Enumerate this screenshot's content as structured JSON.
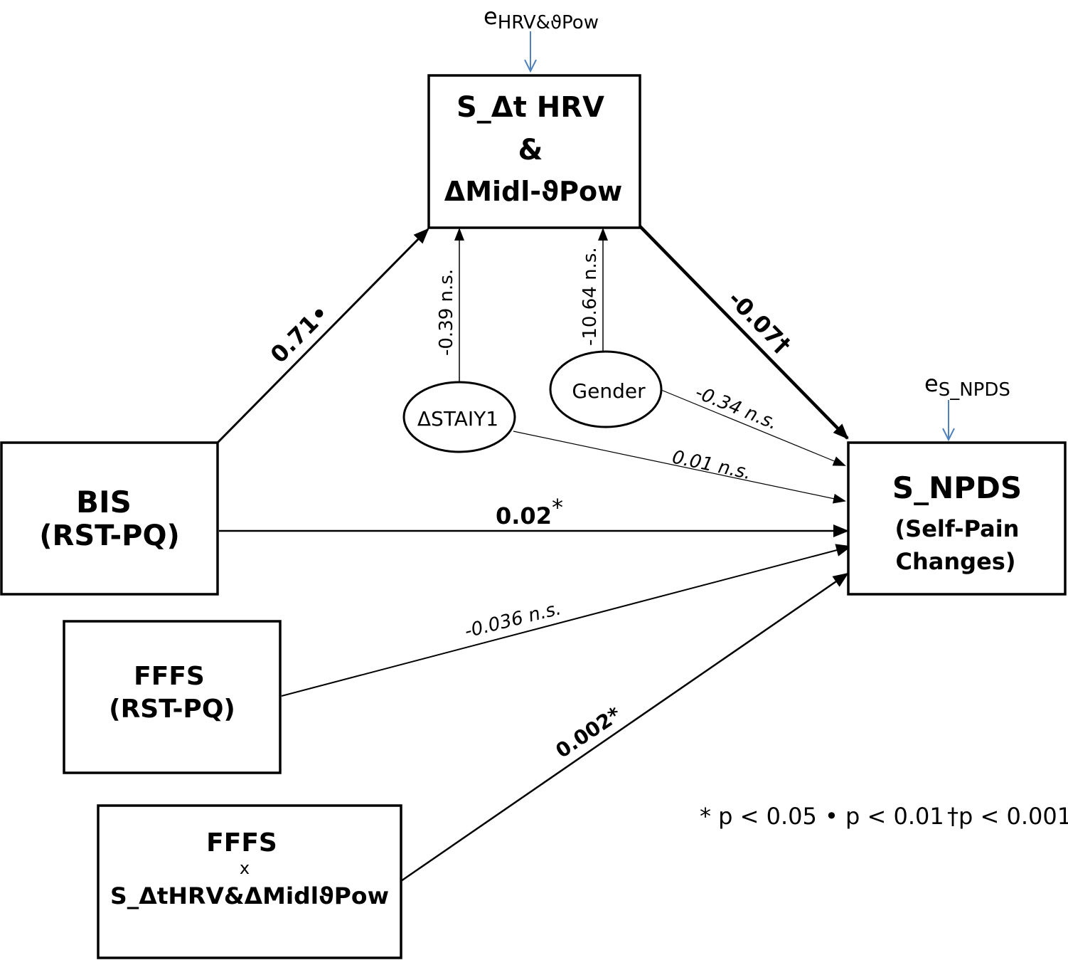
{
  "nodes": {
    "mediator": {
      "lines": [
        "S_Δt HRV",
        "&",
        "ΔMidl-ϑPow"
      ]
    },
    "outcome": {
      "line1": "S_NPDS",
      "line2": "(Self-Pain",
      "line3": "Changes)"
    },
    "bis": {
      "line1": "BIS",
      "line2": "(RST-PQ)"
    },
    "fffs": {
      "line1": "FFFS",
      "line2": "(RST-PQ)"
    },
    "interaction": {
      "line1": "FFFS",
      "line2": "x",
      "line3": "S_ΔtHRV&ΔMidlϑPow"
    },
    "staiy1": {
      "label": "ΔSTAIY1"
    },
    "gender": {
      "label": "Gender"
    }
  },
  "errors": {
    "mediator": {
      "e": "e",
      "sub": "HRV&ϑPow"
    },
    "outcome": {
      "e": "e",
      "sub": "S_NPDS"
    }
  },
  "paths": {
    "bis_to_mediator": "0.71•",
    "mediator_to_outcome": "-0.07†",
    "bis_to_outcome": "0.02",
    "bis_to_outcome_sig": "*",
    "staiy1_to_mediator": "-0.39 n.s.",
    "gender_to_mediator": "-10.64 n.s.",
    "gender_to_outcome": "-0.34 n.s.",
    "staiy1_to_outcome": "0.01 n.s.",
    "fffs_to_outcome": "-0.036 n.s.",
    "interaction_to_outcome": "0.002*"
  },
  "legend": {
    "p05": "* p < 0.05",
    "p01": "• p < 0.01",
    "p001": "†p < 0.001"
  },
  "colors": {
    "error_arrow": "#4f81bd",
    "stroke": "#000000"
  }
}
